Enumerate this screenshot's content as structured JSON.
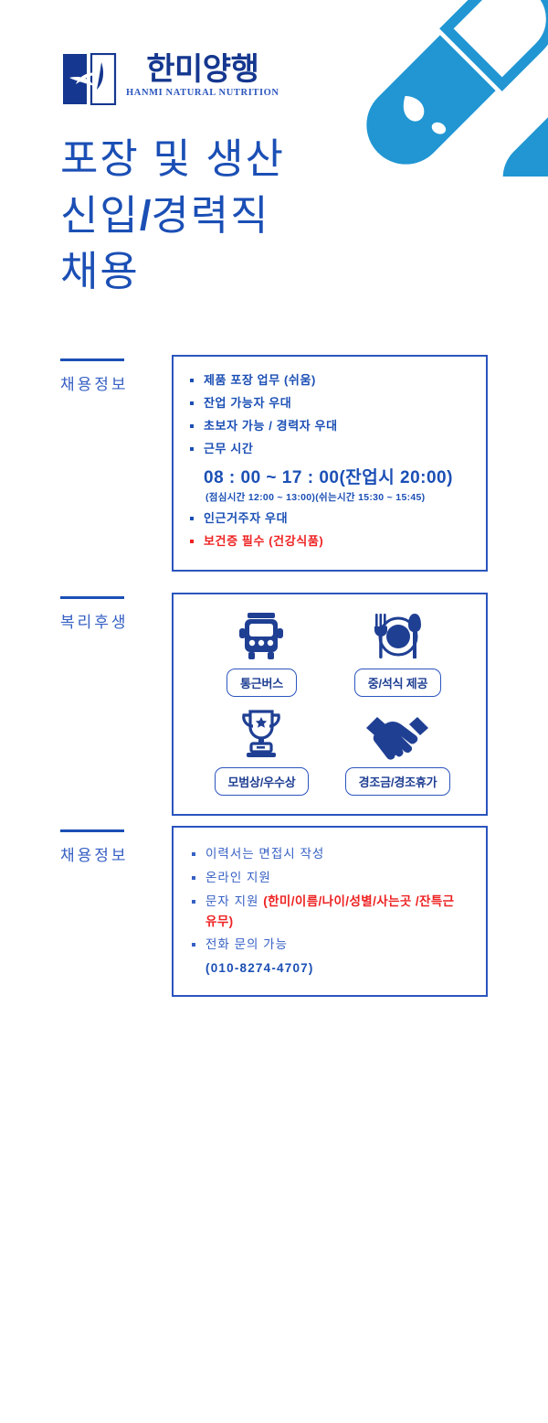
{
  "theme": {
    "title_blue": "#1b4fb5",
    "border_blue": "#2b55be",
    "icon_blue": "#1f3f93",
    "logo_navy": "#15378f",
    "capsule_blue": "#2196d3",
    "alert_red": "#ee2222"
  },
  "header": {
    "logo_icon": "hanmi-leaf-logo",
    "company_ko": "한미양행",
    "company_en": "HANMI NATURAL NUTRITION",
    "capsule_icon": "capsule-pill-graphic"
  },
  "headline": {
    "line1": "포장 및 생산",
    "line2_a": "신입",
    "line2_slash": "/",
    "line2_b": "경력직",
    "line3": "채용"
  },
  "sections": {
    "recruit_info": {
      "label": "채용정보",
      "bullets_top": [
        "제품 포장 업무 (쉬움)",
        "잔업 가능자 우대",
        "초보자 가능 / 경력자 우대",
        "근무 시간"
      ],
      "hours_main": "08 : 00 ~ 17 : 00(잔업시 20:00)",
      "hours_sub": "(점심시간 12:00 ~ 13:00)(쉬는시간 15:30 ~ 15:45)",
      "bullets_bottom": [
        {
          "text": "인근거주자 우대",
          "highlight": false
        },
        {
          "text": "보건증 필수 (건강식품)",
          "highlight": true
        }
      ]
    },
    "benefits": {
      "label": "복리후생",
      "items": [
        {
          "icon": "bus-icon",
          "label": "통근버스"
        },
        {
          "icon": "plate-cutlery-icon",
          "label": "중/석식 제공"
        },
        {
          "icon": "trophy-icon",
          "label": "모범상/우수상"
        },
        {
          "icon": "handshake-icon",
          "label": "경조금/경조휴가"
        }
      ]
    },
    "apply_info": {
      "label": "채용정보",
      "bullets": [
        {
          "text": "이력서는 면접시 작성",
          "red_suffix": ""
        },
        {
          "text": "온라인 지원",
          "red_suffix": ""
        },
        {
          "text": "문자 지원 ",
          "red_suffix": "(한미/이름/나이/성별/사는곳 /잔특근 유무)"
        },
        {
          "text": "전화 문의 가능",
          "red_suffix": ""
        }
      ],
      "phone": "(010-8274-4707)"
    }
  }
}
